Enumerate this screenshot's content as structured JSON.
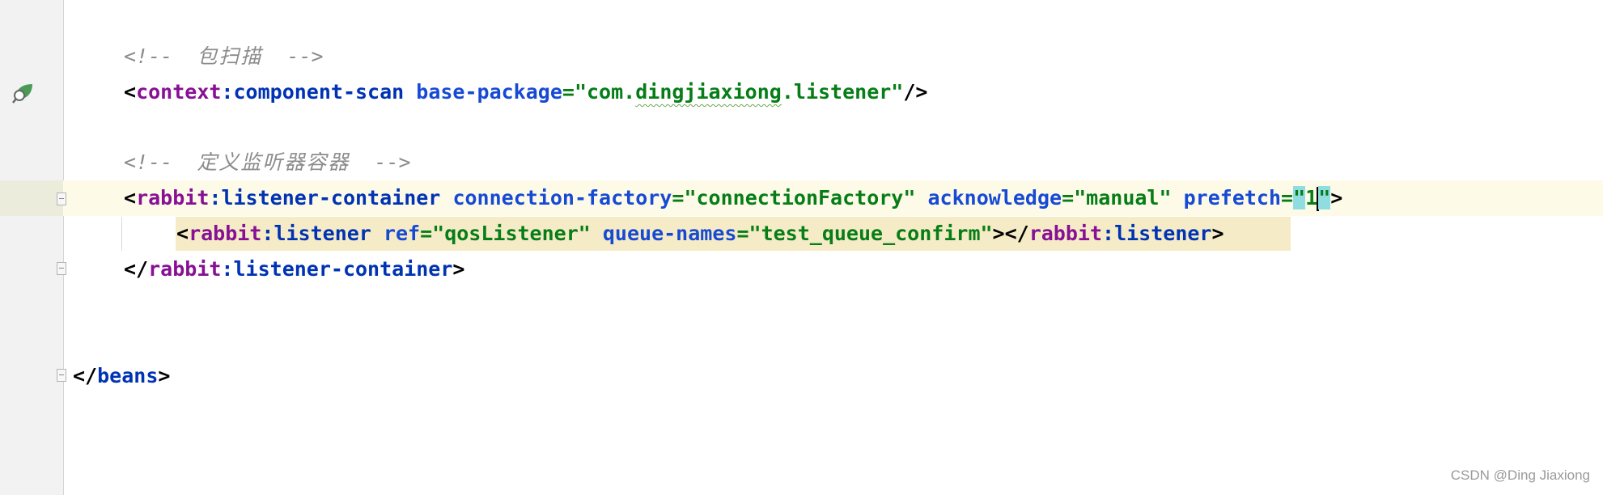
{
  "editor": {
    "comment1": {
      "open": "<!--",
      "text": "包扫描",
      "close": "-->"
    },
    "scan_line": {
      "lt": "<",
      "ns": "context",
      "colon": ":",
      "tag": "component-scan",
      "attr": "base-package",
      "eq": "=",
      "val_prefix": "\"com.",
      "val_squig": "dingjiaxiong",
      "val_suffix": ".listener\"",
      "end": "/>"
    },
    "comment2": {
      "open": "<!--",
      "text": "定义监听器容器",
      "close": "-->"
    },
    "container_open": {
      "lt": "<",
      "ns": "rabbit",
      "colon": ":",
      "tag": "listener-container",
      "attr1": "connection-factory",
      "val1": "\"connectionFactory\"",
      "attr2": "acknowledge",
      "val2": "\"manual\"",
      "attr3": "prefetch",
      "eq": "=",
      "q_open": "\"",
      "val3": "1",
      "q_close": "\"",
      "gt": ">"
    },
    "listener_line": {
      "lt": "<",
      "ns": "rabbit",
      "colon": ":",
      "tag": "listener",
      "attr1": "ref",
      "val1": "\"qosListener\"",
      "attr2": "queue-names",
      "val2": "\"test_queue_confirm\"",
      "mid": "></",
      "ns2": "rabbit",
      "tag2": "listener",
      "gt": ">"
    },
    "container_close": {
      "lt": "</",
      "ns": "rabbit",
      "colon": ":",
      "tag": "listener-container",
      "gt": ">"
    },
    "beans_close": {
      "lt": "</",
      "tag": "beans",
      "gt": ">"
    }
  },
  "gutter": {
    "icon": "spring-bean-search-icon",
    "icon_color": "#4a9b55"
  },
  "watermark": "CSDN @Ding Jiaxiong"
}
